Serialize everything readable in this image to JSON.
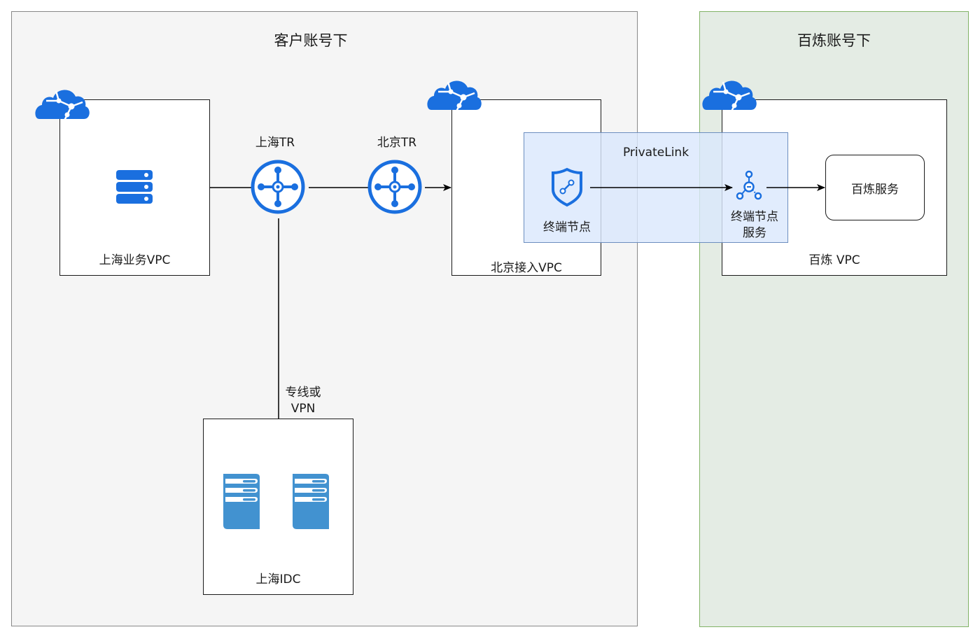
{
  "zones": {
    "customer": {
      "title": "客户账号下"
    },
    "bailian": {
      "title": "百炼账号下"
    }
  },
  "nodes": {
    "shanghai_vpc": {
      "label": "上海业务VPC"
    },
    "shanghai_tr": {
      "label": "上海TR"
    },
    "beijing_tr": {
      "label": "北京TR"
    },
    "beijing_vpc": {
      "label": "北京接入VPC"
    },
    "privatelink": {
      "label": "PrivateLink"
    },
    "endpoint": {
      "label": "终端节点"
    },
    "endpoint_service": {
      "label_line1": "终端节点",
      "label_line2": "服务"
    },
    "bailian_vpc": {
      "label": "百炼 VPC"
    },
    "bailian_service": {
      "label": "百炼服务"
    },
    "shanghai_idc": {
      "label": "上海IDC"
    }
  },
  "edges": {
    "idc_link": {
      "label_line1": "专线或",
      "label_line2": "VPN"
    }
  },
  "colors": {
    "icon_blue": "#1a6fdf",
    "idc_server_blue": "#4292d0",
    "customer_zone_fill": "#f5f5f5",
    "bailian_zone_fill": "#e4ece4",
    "bailian_zone_border": "#82b366",
    "privatelink_fill": "#dae8fc",
    "privatelink_border": "#6c8ebf"
  },
  "icons": {
    "vpc_cloud": "cloud-network-icon",
    "ecs": "server-stack-icon",
    "tr": "transit-router-icon",
    "endpoint": "shield-link-icon",
    "endpoint_service": "hub-nodes-icon",
    "idc_server": "rack-server-icon"
  }
}
